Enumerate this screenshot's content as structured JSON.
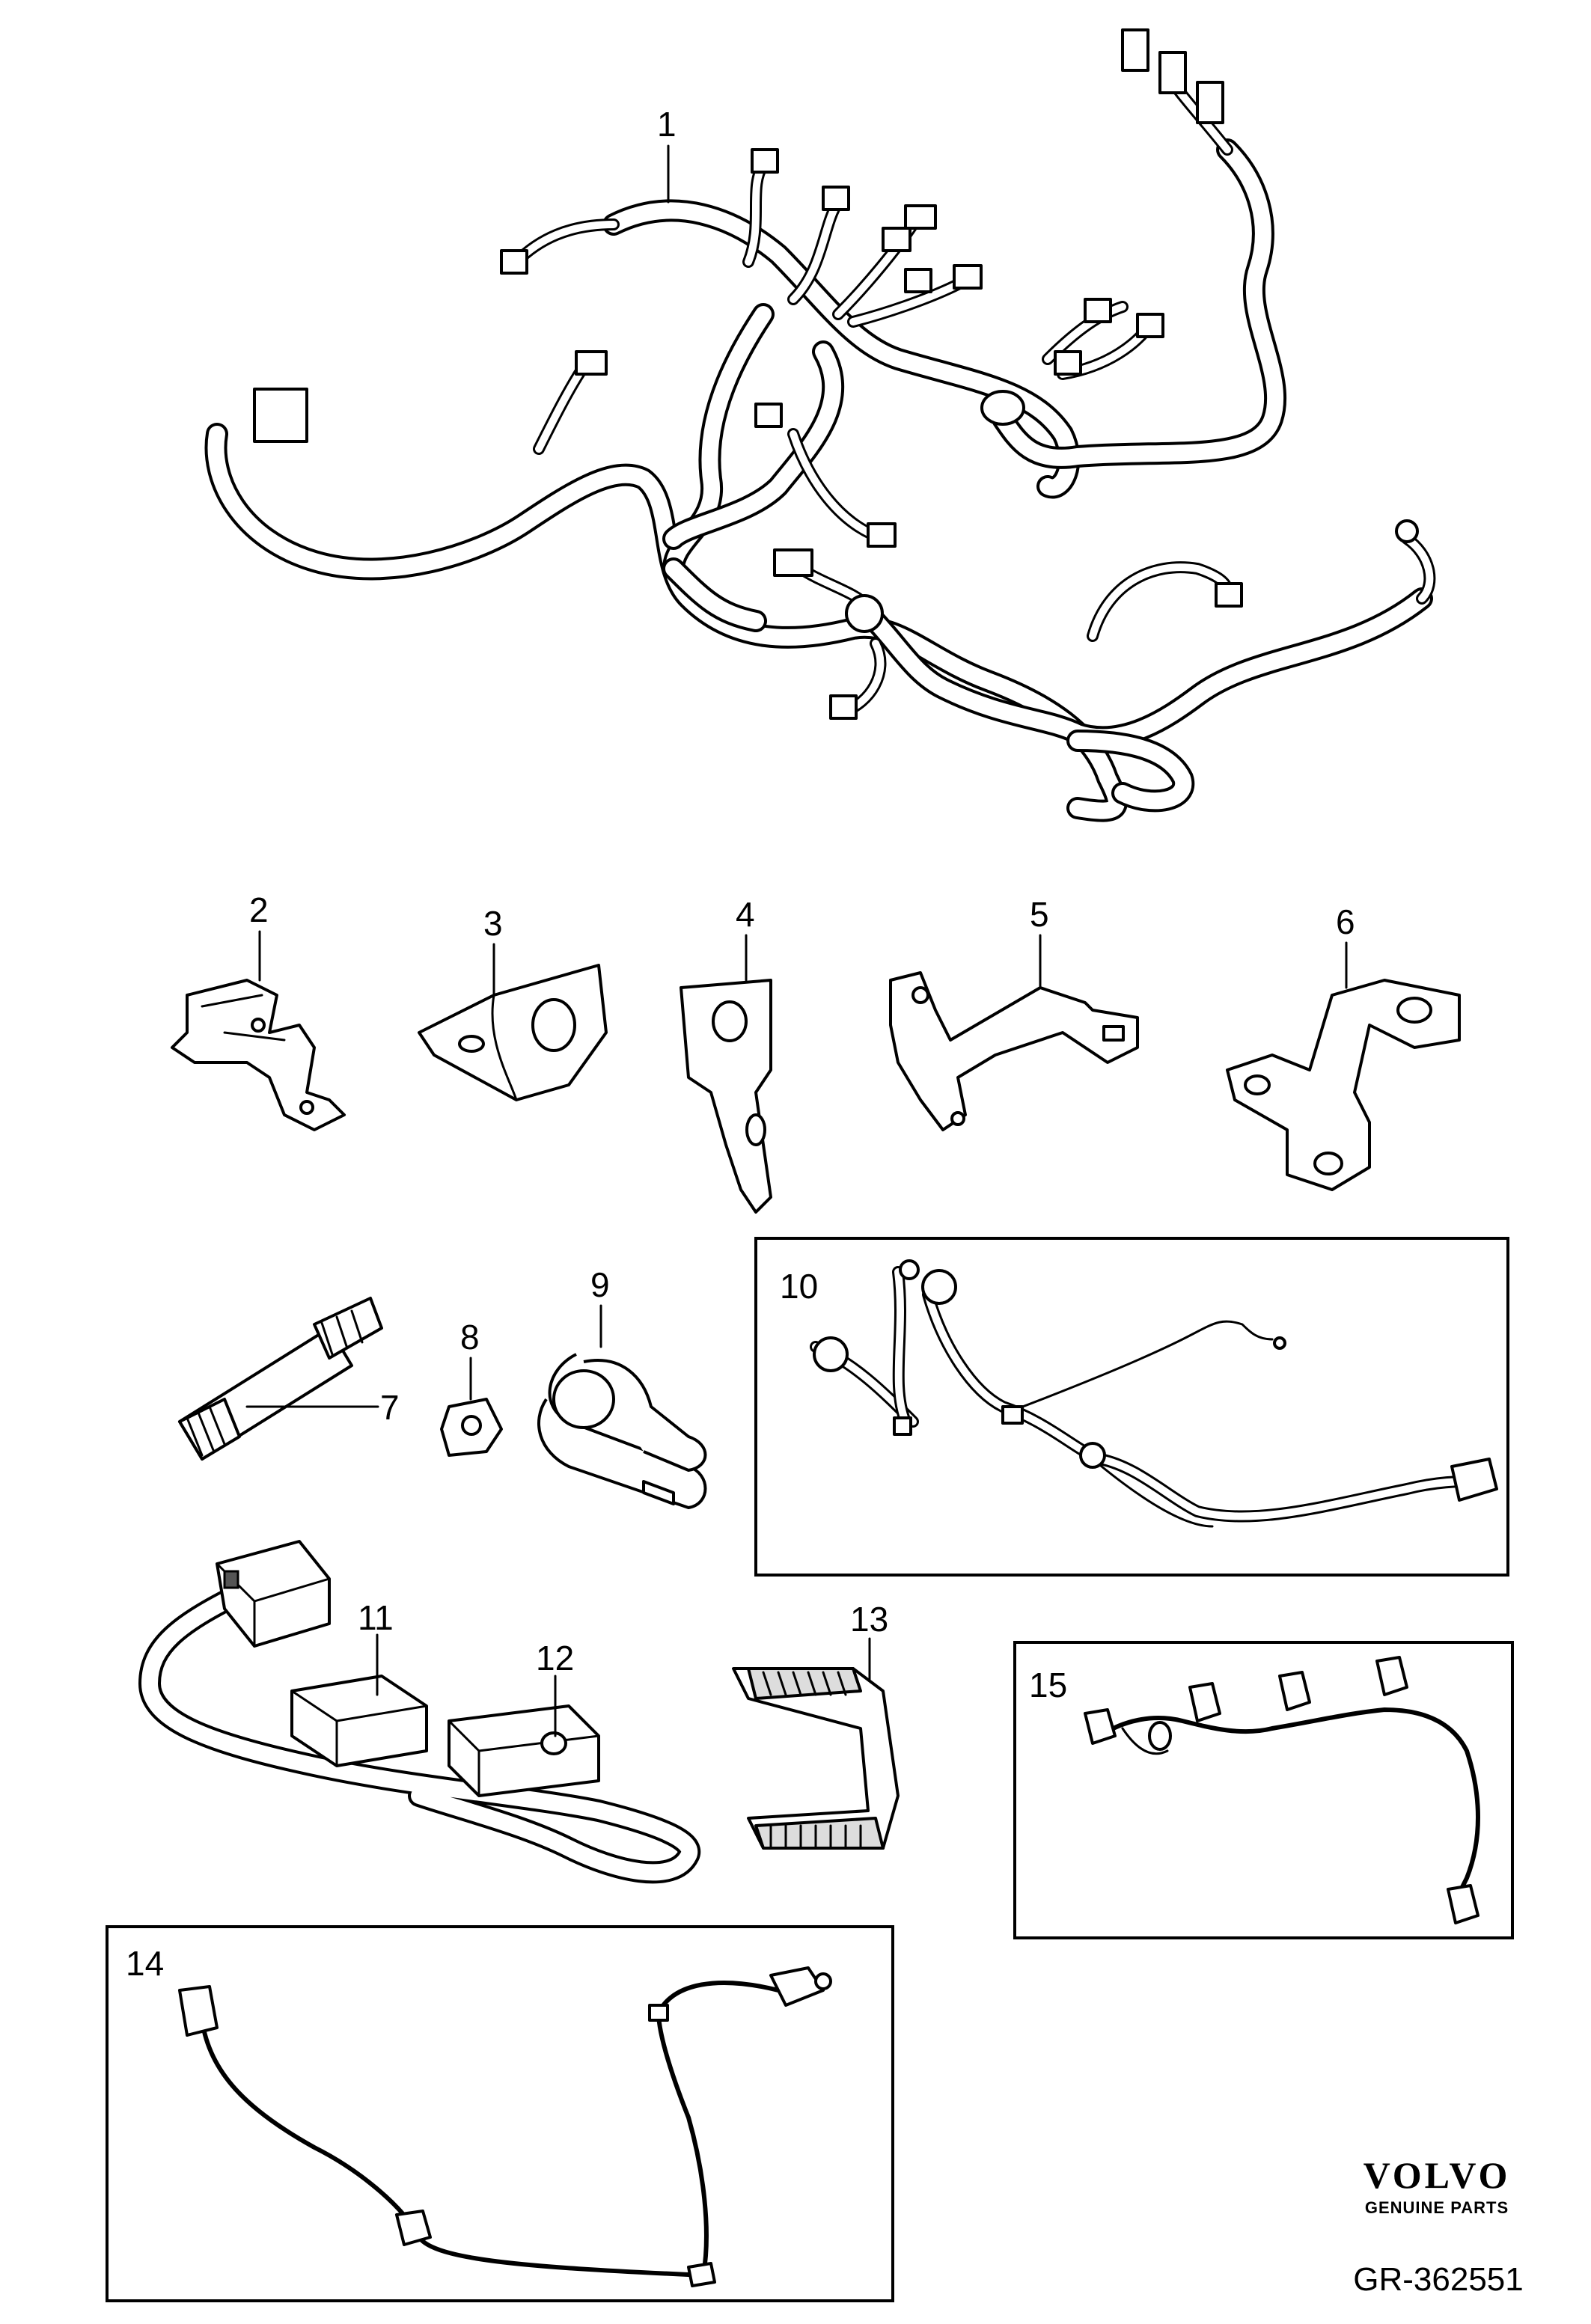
{
  "callouts": {
    "c1": "1",
    "c2": "2",
    "c3": "3",
    "c4": "4",
    "c5": "5",
    "c6": "6",
    "c7": "7",
    "c8": "8",
    "c9": "9",
    "c10": "10",
    "c11": "11",
    "c12": "12",
    "c13": "13",
    "c14": "14",
    "c15": "15"
  },
  "logo": {
    "brand": "VOLVO",
    "subtitle": "GENUINE PARTS"
  },
  "reference": "GR-362551"
}
